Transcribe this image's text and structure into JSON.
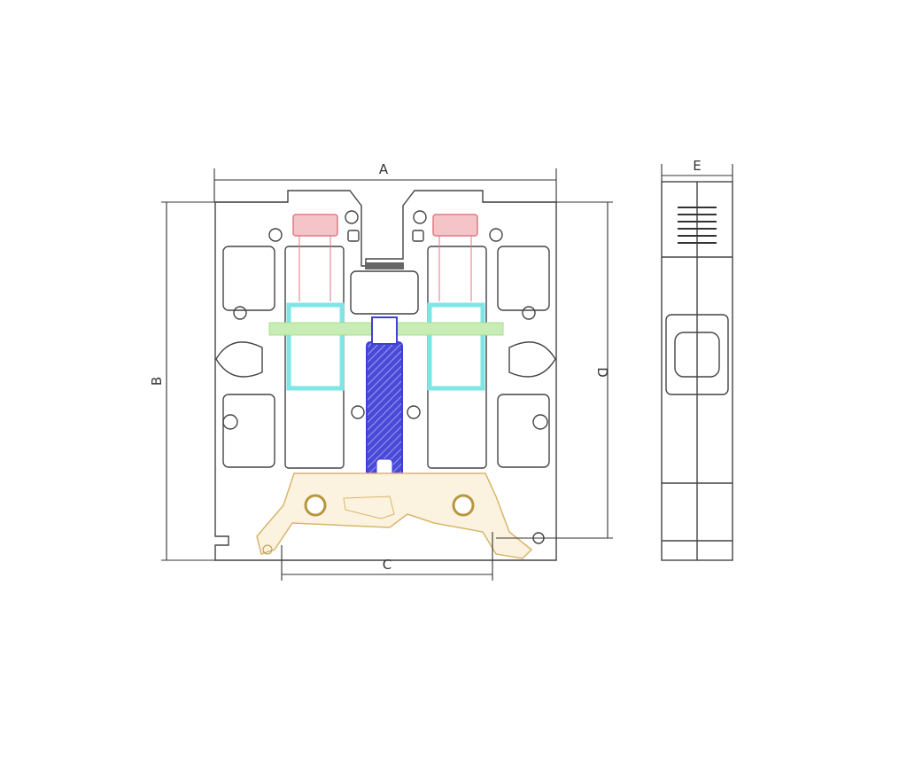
{
  "dimensions": {
    "a": "A",
    "b": "B",
    "c": "C",
    "d": "D",
    "e": "E"
  },
  "colors": {
    "outline": "#444444",
    "screw_clamp": "#e07a84",
    "clamp_body": "#7fe6e6",
    "contact_bar": "#a8e08c",
    "stud": "#3f3fd6",
    "din_foot": "#d9b56a"
  }
}
